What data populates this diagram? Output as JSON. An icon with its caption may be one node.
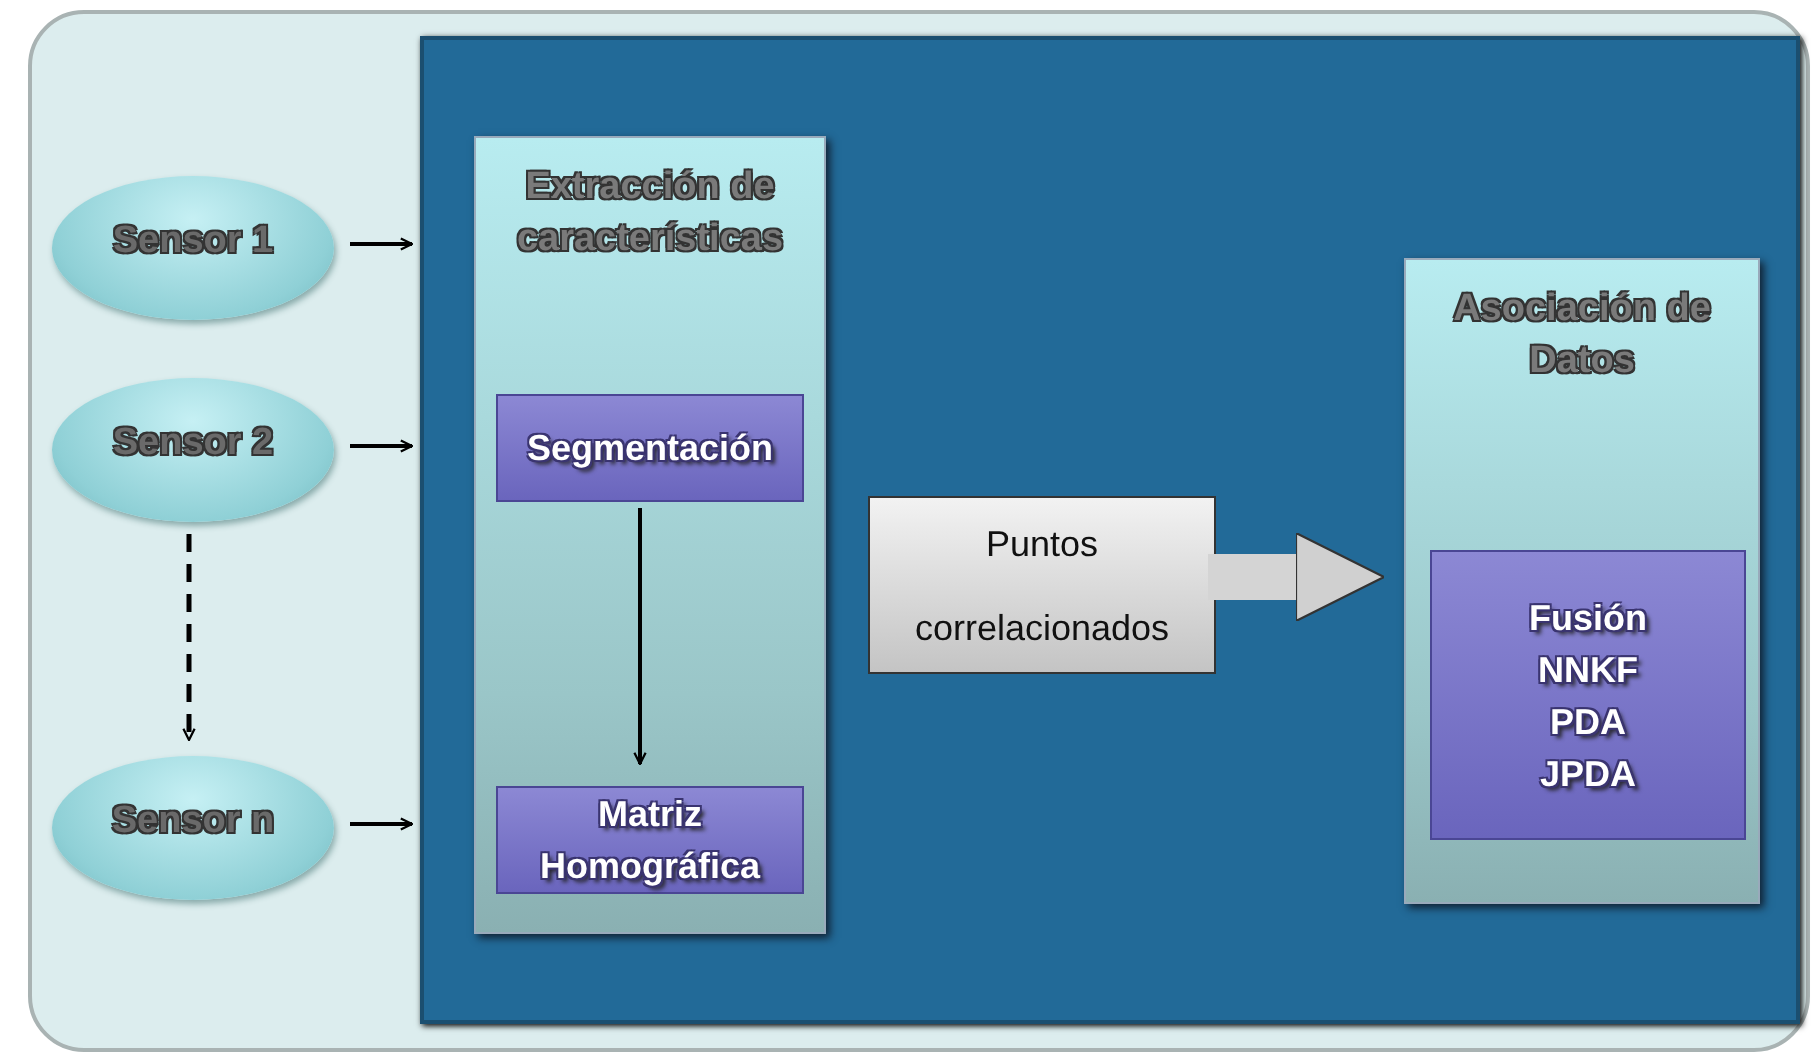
{
  "diagram": {
    "nodes": [
      {
        "text": [],
        "shape": "box"
      },
      {
        "text": [],
        "shape": "box",
        "in": 0
      },
      {
        "text": [
          "Sensor 1"
        ],
        "in": 0
      },
      {
        "text": [
          "Sensor 2"
        ],
        "in": 0
      },
      {
        "text": [
          "Sensor n"
        ],
        "in": 0
      },
      {
        "text": [
          "Extracción de características"
        ],
        "in": 1
      },
      {
        "text": [
          "Segmentación"
        ],
        "in": 5
      },
      {
        "text": [
          "Matriz Homográfica"
        ],
        "in": 5
      },
      {
        "text": [
          "Puntos correlacionados"
        ],
        "in": 1
      },
      {
        "text": [
          "Asociación de Datos"
        ],
        "in": 1
      },
      {
        "text": [
          "Fusión NNKF PDA JPDA"
        ],
        "in": 9
      }
    ],
    "edges": [
      {
        "from": 2,
        "to": 1,
        "arrow": "to"
      },
      {
        "from": 3,
        "to": 1,
        "arrow": "to"
      },
      {
        "from": 4,
        "to": 1,
        "arrow": "to"
      },
      {
        "from": 3,
        "to": 4,
        "arrow": "to",
        "style": "dashed"
      },
      {
        "from": 6,
        "to": 7,
        "arrow": "to"
      },
      {
        "from": 8,
        "to": 9,
        "arrow": "to",
        "style": "thick",
        "color": "#d4d4d4"
      }
    ]
  }
}
